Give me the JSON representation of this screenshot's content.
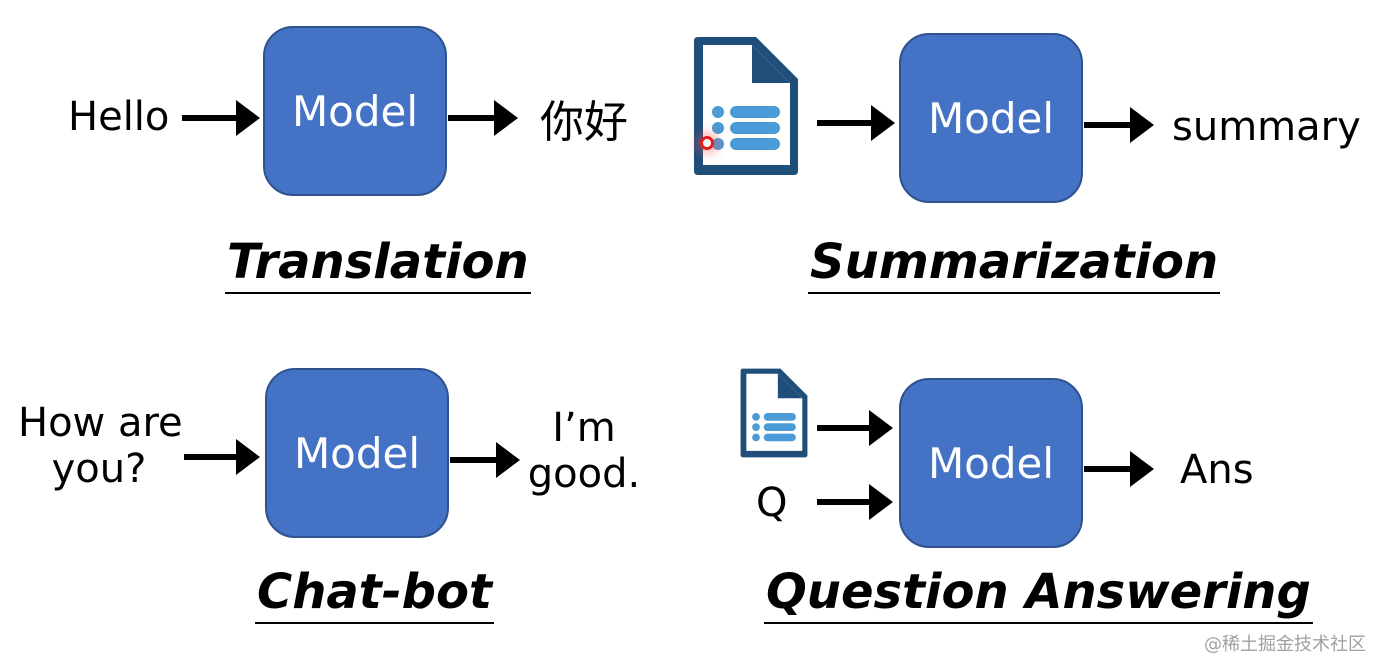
{
  "model_label": "Model",
  "colors": {
    "model_fill": "#4472c4",
    "model_border": "#2f528f",
    "doc_dark": "#1f4e79",
    "doc_light": "#4a9bd6"
  },
  "panels": {
    "translation": {
      "input": "Hello",
      "output": "你好",
      "caption": "Translation"
    },
    "summarization": {
      "input_icon": "document-icon",
      "output": "summary",
      "caption": "Summarization"
    },
    "chatbot": {
      "input_line1": "How are",
      "input_line2": "you?",
      "output_line1": "I’m",
      "output_line2": "good.",
      "caption": "Chat-bot"
    },
    "qa": {
      "input_icon": "document-icon",
      "input_question": "Q",
      "output": "Ans",
      "caption": "Question Answering"
    }
  },
  "watermark": "@稀土掘金技术社区"
}
